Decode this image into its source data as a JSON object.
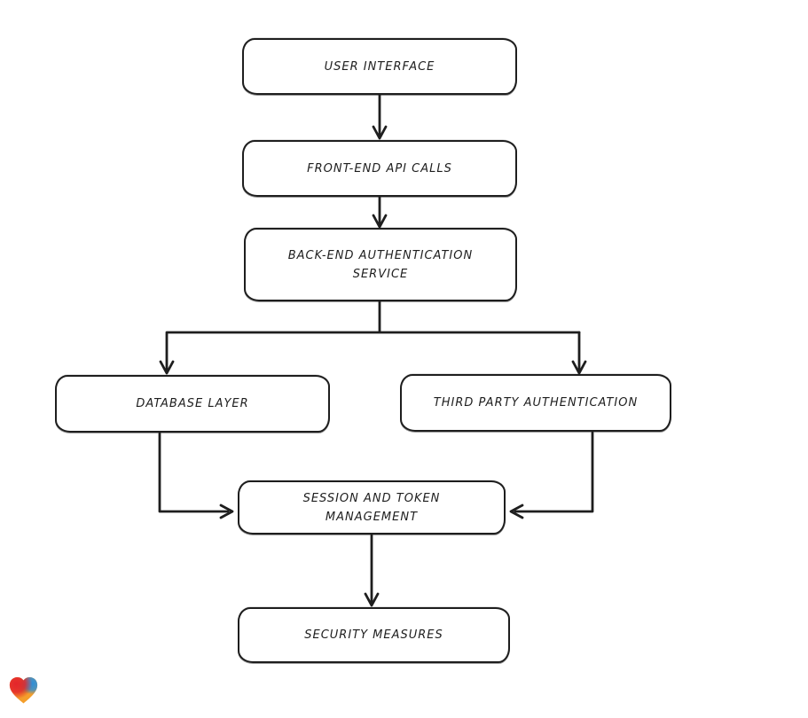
{
  "diagram": {
    "type": "flowchart",
    "background": "#ffffff",
    "stroke_color": "#1e1e1e",
    "node_fill": "#ffffff",
    "nodes": [
      {
        "id": "user-interface",
        "label": "USER INTERFACE"
      },
      {
        "id": "front-end-api-calls",
        "label": "FRONT-END API CALLS"
      },
      {
        "id": "back-end-authentication-service",
        "label": "BACK-END AUTHENTICATION\nSERVICE"
      },
      {
        "id": "database-layer",
        "label": "DATABASE LAYER"
      },
      {
        "id": "third-party-authentication",
        "label": "THIRD PARTY AUTHENTICATION"
      },
      {
        "id": "session-and-token-management",
        "label": "SESSION AND TOKEN\nMANAGEMENT"
      },
      {
        "id": "security-measures",
        "label": "SECURITY MEASURES"
      }
    ],
    "edges": [
      {
        "from": "user-interface",
        "to": "front-end-api-calls"
      },
      {
        "from": "front-end-api-calls",
        "to": "back-end-authentication-service"
      },
      {
        "from": "back-end-authentication-service",
        "to": "database-layer"
      },
      {
        "from": "back-end-authentication-service",
        "to": "third-party-authentication"
      },
      {
        "from": "database-layer",
        "to": "session-and-token-management"
      },
      {
        "from": "third-party-authentication",
        "to": "session-and-token-management"
      },
      {
        "from": "session-and-token-management",
        "to": "security-measures"
      }
    ]
  },
  "branding": {
    "logo": "gradient-heart-logo",
    "logo_colors": [
      "#e4252b",
      "#3f9f5c",
      "#2e8fd9",
      "#f49e2b"
    ]
  }
}
